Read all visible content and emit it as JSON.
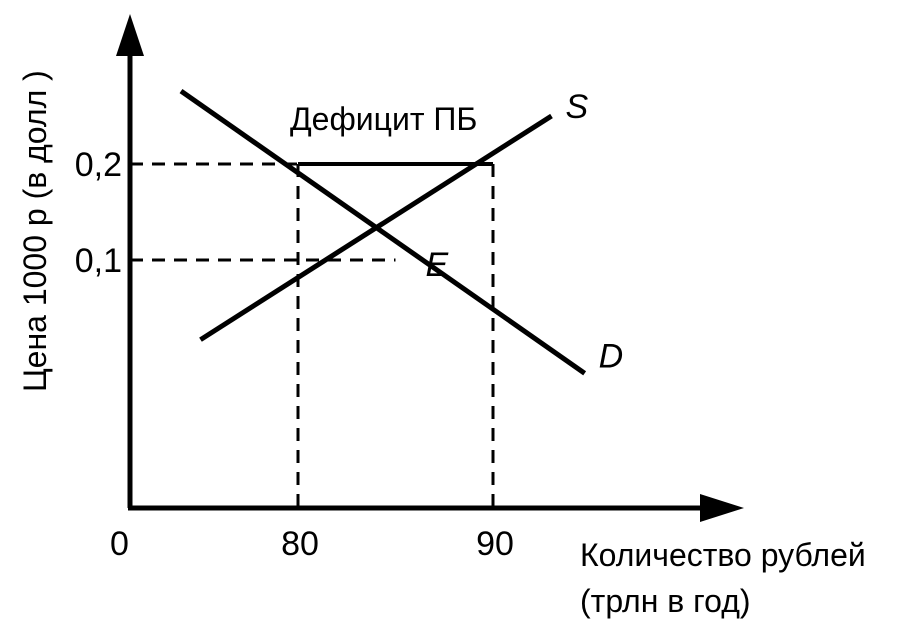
{
  "chart_data": {
    "type": "line",
    "ylabel": "Цена 1000 р  (в долл )",
    "xlabel_line1": "Количество рублей",
    "xlabel_line2": "(трлн в год)",
    "x_origin_label": "0",
    "x_ticks": [
      {
        "value": 80,
        "label": "80"
      },
      {
        "value": 90,
        "label": "90"
      }
    ],
    "y_ticks": [
      {
        "value": 0.1,
        "label": "0,1"
      },
      {
        "value": 0.2,
        "label": "0,2"
      }
    ],
    "series": [
      {
        "name": "S",
        "points": [
          [
            75,
            0.017
          ],
          [
            80,
            0.1
          ],
          [
            85,
            0.1
          ],
          [
            90,
            0.2
          ],
          [
            93,
            0.25
          ]
        ]
      },
      {
        "name": "D",
        "points": [
          [
            74,
            0.276
          ],
          [
            80,
            0.2
          ],
          [
            85,
            0.1
          ],
          [
            90,
            0.05
          ],
          [
            94.7,
            -0.018
          ]
        ]
      }
    ],
    "equilibrium": {
      "label": "E",
      "x": 85,
      "y": 0.1
    },
    "annotations": [
      {
        "text": "Дефицит ПБ",
        "x_from": 80,
        "x_to": 90,
        "y": 0.2
      }
    ],
    "colors": {
      "line": "#000000",
      "background": "#ffffff"
    }
  }
}
